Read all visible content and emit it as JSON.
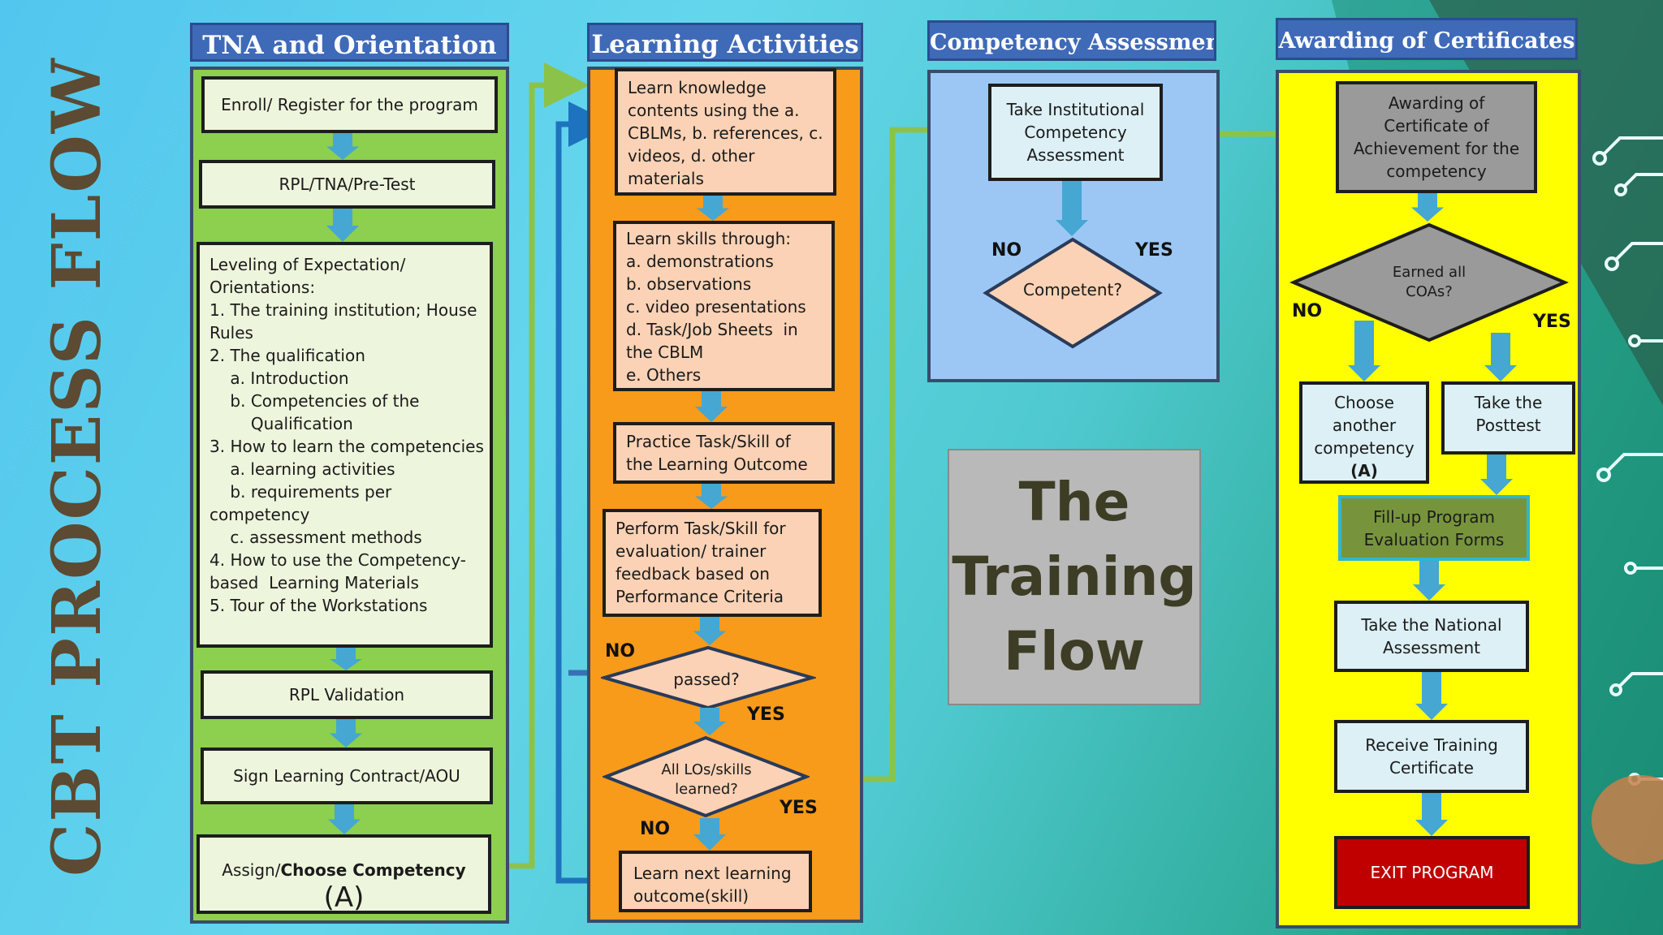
{
  "side_title": "CBT PROCESS FLOW",
  "training_flow_title": "The\nTraining\nFlow",
  "colors": {
    "green_panel": "#8dcf4f",
    "orange_panel": "#f89a1a",
    "blue_panel": "#9cc7f5",
    "yellow_panel": "#ffff00",
    "header": "#3f6ab8",
    "arrow_blue": "#45a7d2",
    "arrow_green": "#8bc34a",
    "exit_red": "#c00000"
  },
  "col1": {
    "header": "TNA and Orientation",
    "enroll": "Enroll/ Register for the program",
    "rpl_tna": "RPL/TNA/Pre-Test",
    "leveling": [
      "Leveling of Expectation/",
      "Orientations:",
      "1. The training institution; House",
      "Rules",
      "2. The qualification",
      "    a. Introduction",
      "    b. Competencies of the",
      "        Qualification",
      "3. How to learn the competencies",
      "    a. learning activities",
      "    b. requirements per",
      "competency",
      "    c. assessment methods",
      "4. How to use the Competency-",
      "based  Learning Materials",
      "5. Tour of the Workstations"
    ],
    "rpl_validation": "RPL Validation",
    "sign_contract": "Sign Learning Contract/AOU",
    "assign_prefix": "Assign/",
    "assign_bold": "Choose Competency",
    "assign_tag": "(A)"
  },
  "col2": {
    "header": "Learning Activities",
    "learn_knowledge": "Learn knowledge contents using the a. CBLMs, b. references, c. videos, d. other materials",
    "learn_skills": [
      "Learn skills through:",
      "a. demonstrations",
      "b. observations",
      "c. video presentations",
      "d. Task/Job Sheets  in",
      "the CBLM",
      "e. Others"
    ],
    "practice": "Practice Task/Skill of the Learning Outcome",
    "perform": "Perform Task/Skill for evaluation/ trainer feedback based on Performance Criteria",
    "passed": "passed?",
    "no1": "NO",
    "yes1": "YES",
    "all_los": "All LOs/skills learned?",
    "yes2": "YES",
    "no2": "NO",
    "next_lo": "Learn next learning outcome(skill)"
  },
  "col3": {
    "header": "Competency Assessment",
    "take_assessment": "Take Institutional Competency Assessment",
    "competent": "Competent?",
    "no": "NO",
    "yes": "YES"
  },
  "col4": {
    "header": "Awarding of Certificates",
    "awarding": "Awarding of Certificate of Achievement for the competency",
    "earned": "Earned all COAs?",
    "no": "NO",
    "yes": "YES",
    "choose_another": "Choose another competency",
    "choose_tag": "(A)",
    "posttest": "Take the Posttest",
    "fillup": "Fill-up Program Evaluation Forms",
    "national": "Take the National Assessment",
    "receive": "Receive Training Certificate",
    "exit": "EXIT PROGRAM"
  }
}
